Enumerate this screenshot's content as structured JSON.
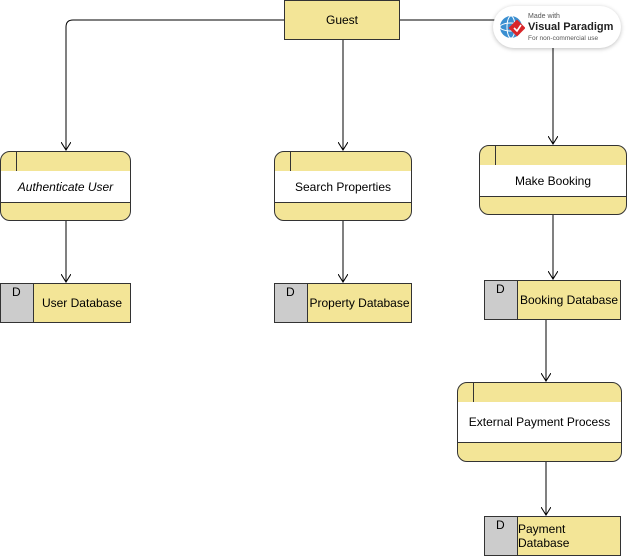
{
  "diagram": {
    "entity": {
      "label": "Guest"
    },
    "processes": [
      {
        "id": "authenticate",
        "label": "Authenticate User"
      },
      {
        "id": "search",
        "label": "Search Properties"
      },
      {
        "id": "booking",
        "label": "Make Booking"
      },
      {
        "id": "payment",
        "label": "External Payment Process"
      }
    ],
    "stores": [
      {
        "id": "user",
        "tag": "D",
        "label": "User Database"
      },
      {
        "id": "property",
        "tag": "D",
        "label": "Property Database"
      },
      {
        "id": "booking",
        "tag": "D",
        "label": "Booking Database"
      },
      {
        "id": "payment",
        "tag": "D",
        "label": "Payment Database"
      }
    ]
  },
  "watermark": {
    "line1": "Made with",
    "brand": "Visual Paradigm",
    "line3": "For non-commercial use"
  },
  "colors": {
    "fill": "#f3e597",
    "store_id_fill": "#cccccc",
    "stroke": "#333333"
  }
}
